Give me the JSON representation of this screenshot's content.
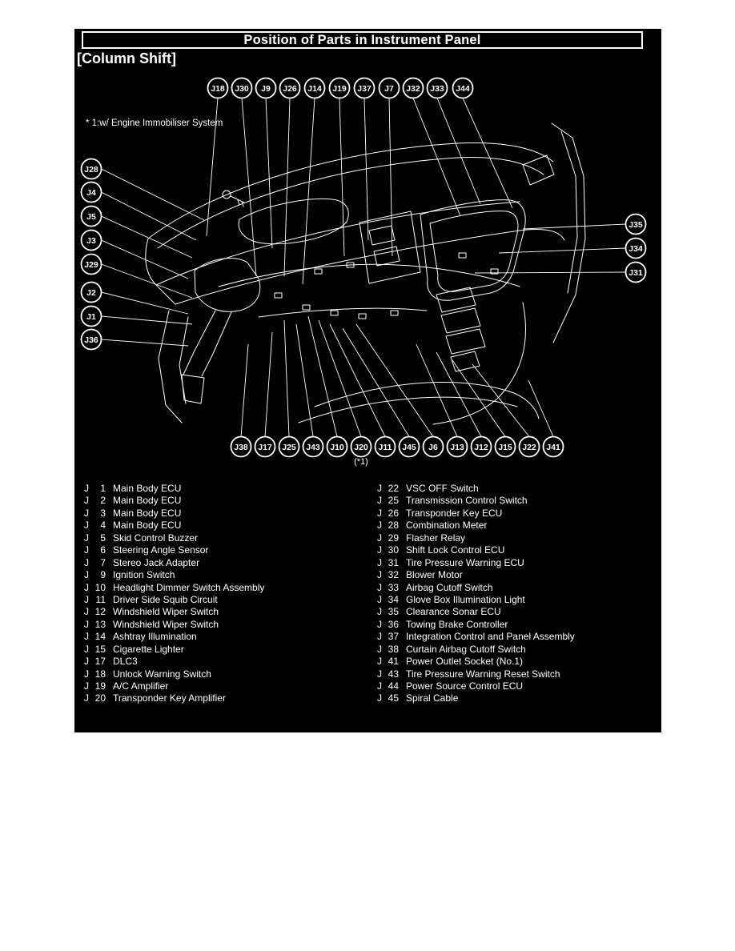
{
  "window": {
    "title": "Position of Parts in Instrument Panel",
    "subtitle": "[Column Shift]",
    "note": "* 1:w/ Engine Immobiliser System"
  },
  "colors": {
    "panel_background": "#000000",
    "line_and_text": "#ffffff",
    "page_background": "#ffffff"
  },
  "diagram": {
    "footnote": "(*1)",
    "callouts": {
      "top": [
        "J18",
        "J30",
        "J9",
        "J26",
        "J14",
        "J19",
        "J37",
        "J7",
        "J32",
        "J33",
        "J44"
      ],
      "left": [
        "J28",
        "J4",
        "J5",
        "J3",
        "J29",
        "J2",
        "J1",
        "J36"
      ],
      "right": [
        "J35",
        "J34",
        "J31"
      ],
      "bottom": [
        "J38",
        "J17",
        "J25",
        "J43",
        "J10",
        "J20",
        "J11",
        "J45",
        "J6",
        "J13",
        "J12",
        "J15",
        "J22",
        "J41"
      ]
    }
  },
  "legend": {
    "prefix": "J",
    "left": [
      {
        "num": "1",
        "name": "Main Body ECU"
      },
      {
        "num": "2",
        "name": "Main Body ECU"
      },
      {
        "num": "3",
        "name": "Main Body ECU"
      },
      {
        "num": "4",
        "name": "Main Body ECU"
      },
      {
        "num": "5",
        "name": "Skid Control Buzzer"
      },
      {
        "num": "6",
        "name": "Steering Angle Sensor"
      },
      {
        "num": "7",
        "name": "Stereo Jack Adapter"
      },
      {
        "num": "9",
        "name": "Ignition Switch"
      },
      {
        "num": "10",
        "name": "Headlight Dimmer Switch Assembly"
      },
      {
        "num": "11",
        "name": "Driver Side Squib Circuit"
      },
      {
        "num": "12",
        "name": "Windshield Wiper Switch"
      },
      {
        "num": "13",
        "name": "Windshield Wiper Switch"
      },
      {
        "num": "14",
        "name": "Ashtray Illumination"
      },
      {
        "num": "15",
        "name": "Cigarette Lighter"
      },
      {
        "num": "17",
        "name": "DLC3"
      },
      {
        "num": "18",
        "name": "Unlock Warning Switch"
      },
      {
        "num": "19",
        "name": "A/C Amplifier"
      },
      {
        "num": "20",
        "name": "Transponder Key Amplifier"
      }
    ],
    "right": [
      {
        "num": "22",
        "name": "VSC OFF Switch"
      },
      {
        "num": "25",
        "name": "Transmission Control Switch"
      },
      {
        "num": "26",
        "name": "Transponder Key ECU"
      },
      {
        "num": "28",
        "name": "Combination Meter"
      },
      {
        "num": "29",
        "name": "Flasher Relay"
      },
      {
        "num": "30",
        "name": "Shift Lock Control ECU"
      },
      {
        "num": "31",
        "name": "Tire Pressure Warning ECU"
      },
      {
        "num": "32",
        "name": "Blower Motor"
      },
      {
        "num": "33",
        "name": "Airbag Cutoff Switch"
      },
      {
        "num": "34",
        "name": "Glove Box Illumination Light"
      },
      {
        "num": "35",
        "name": "Clearance Sonar ECU"
      },
      {
        "num": "36",
        "name": "Towing Brake Controller"
      },
      {
        "num": "37",
        "name": "Integration Control and Panel Assembly"
      },
      {
        "num": "38",
        "name": "Curtain Airbag Cutoff Switch"
      },
      {
        "num": "41",
        "name": "Power Outlet Socket (No.1)"
      },
      {
        "num": "43",
        "name": "Tire Pressure Warning Reset Switch"
      },
      {
        "num": "44",
        "name": "Power Source Control ECU"
      },
      {
        "num": "45",
        "name": "Spiral Cable"
      }
    ]
  }
}
